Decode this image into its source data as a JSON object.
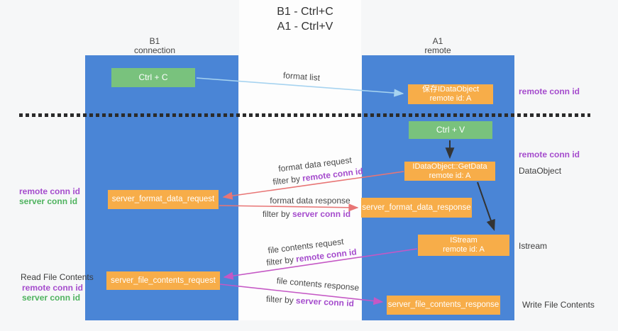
{
  "title": {
    "line1": "B1 - Ctrl+C",
    "line2": "A1 - Ctrl+V"
  },
  "lanes": {
    "left": {
      "name": "B1",
      "subtitle": "connection"
    },
    "right": {
      "name": "A1",
      "subtitle": "remote"
    }
  },
  "nodes": {
    "ctrl_c": {
      "label": "Ctrl + C"
    },
    "ctrl_v": {
      "label": "Ctrl + V"
    },
    "saved_dataobject": {
      "line1": "保存IDataObject",
      "line2": "remote id: A"
    },
    "getdata": {
      "line1": "IDataObject::GetData",
      "line2": "remote id: A"
    },
    "istream": {
      "line1": "IStream",
      "line2": "remote id: A"
    },
    "server_format_data_request": {
      "label": "server_format_data_request"
    },
    "server_format_data_response": {
      "label": "server_format_data_response"
    },
    "server_file_contents_request": {
      "label": "server_file_contents_request"
    },
    "server_file_contents_response": {
      "label": "server_file_contents_response"
    }
  },
  "side_labels": {
    "remote_conn_id_top_right": "remote conn id",
    "remote_conn_id_mid_right": "remote conn id",
    "dataobject": "DataObject",
    "istream": "Istream",
    "write_file_contents": "Write File Contents",
    "read_file_contents": "Read File Contents",
    "remote_conn_id_left_1": "remote conn id",
    "server_conn_id_left_1": "server conn id",
    "remote_conn_id_left_2": "remote conn id",
    "server_conn_id_left_2": "server conn id"
  },
  "arrow_labels": {
    "format_list": "format list",
    "format_data_request": "format data request",
    "format_data_request_filter_prefix": "filter by ",
    "format_data_request_filter_id": "remote conn id",
    "format_data_response": "format data response",
    "format_data_response_filter_prefix": "filter by ",
    "format_data_response_filter_id": "server conn id",
    "file_contents_request": "file contents request",
    "file_contents_request_filter_prefix": "filter by ",
    "file_contents_request_filter_id": "remote conn id",
    "file_contents_response": "file contents response",
    "file_contents_response_filter_prefix": "filter by ",
    "file_contents_response_filter_id": "server conn id"
  },
  "colors": {
    "lane_blue": "#4a85d6",
    "node_green": "#79c27d",
    "node_orange": "#f7ad49",
    "arrow_light_blue": "#a6d3f0",
    "arrow_red": "#e87575",
    "arrow_magenta": "#c558c5",
    "arrow_black": "#333333",
    "label_purple": "#a54ccd",
    "label_green": "#4fb35f",
    "text_dark": "#3c3c3c"
  }
}
